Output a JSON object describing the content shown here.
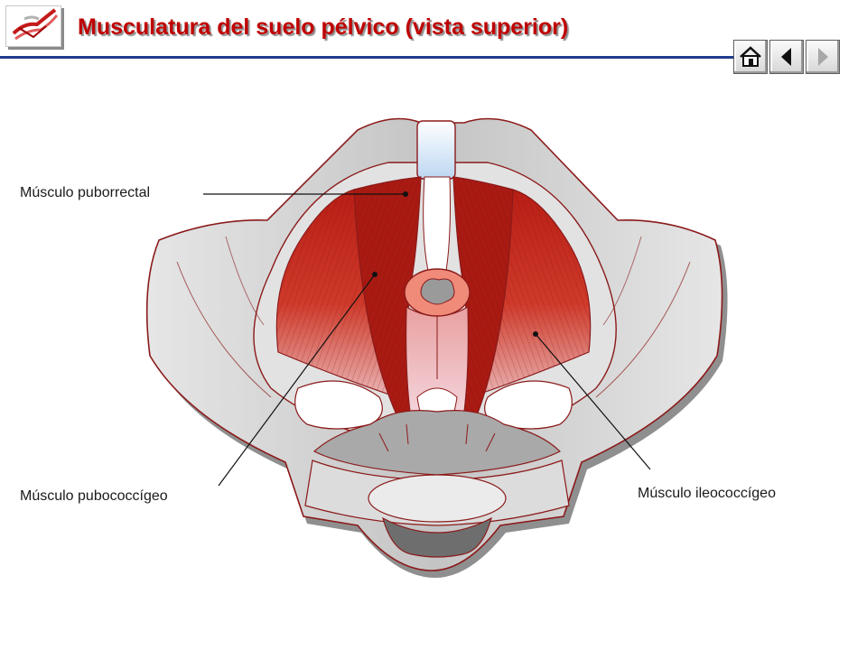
{
  "header": {
    "title": "Musculatura del suelo pélvico (vista superior)"
  },
  "nav": [
    {
      "icon": "home-icon"
    },
    {
      "icon": "triangle-left-icon"
    },
    {
      "icon": "triangle-right-icon"
    }
  ],
  "labels": {
    "puborectal": "Músculo puborrectal",
    "pubococcygeus": "Músculo pubococcígeo",
    "iliococcygeus": "Músculo ileococcígeo"
  },
  "colors": {
    "title": "#c00000",
    "rule": "#1f3d8c",
    "muscle": "#c0281a",
    "bone": "#dedede",
    "outline": "#8b1a1a"
  }
}
